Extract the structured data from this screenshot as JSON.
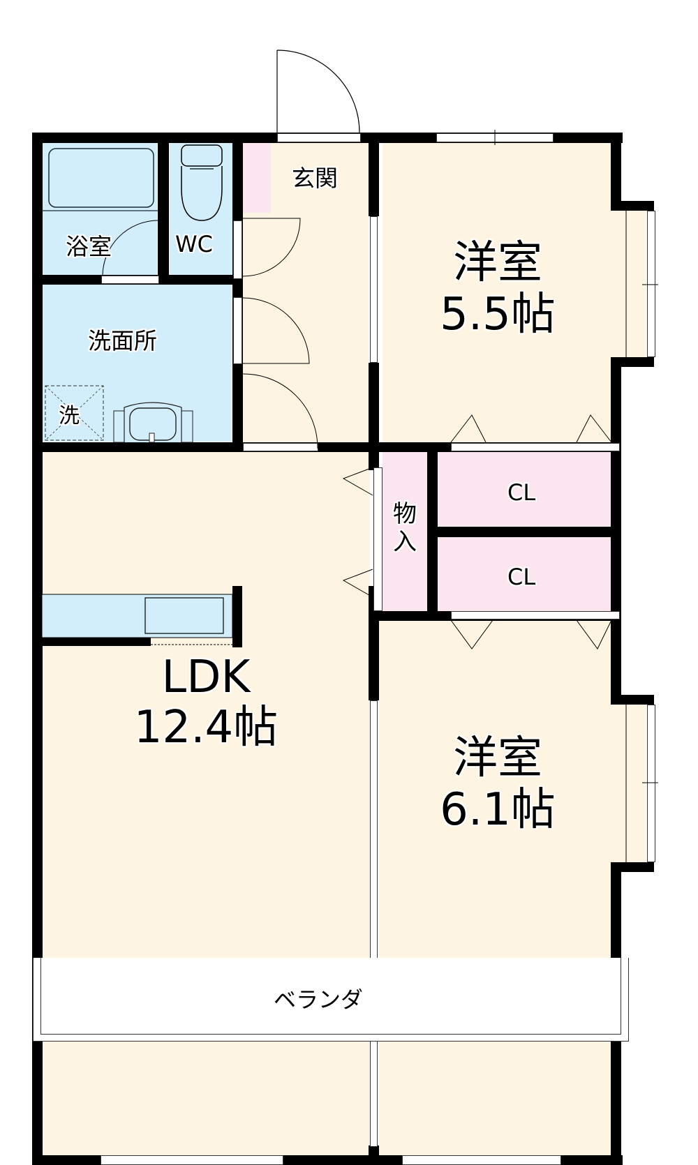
{
  "colors": {
    "wet_area": "#d2eefa",
    "living_area": "#fdf5e2",
    "storage": "#fbe6ef",
    "wall": "#000000",
    "outside": "#ffffff"
  },
  "rooms": {
    "bath": {
      "label": "浴室"
    },
    "wc": {
      "label": "WC"
    },
    "entrance": {
      "label": "玄関"
    },
    "washroom": {
      "label": "洗面所",
      "washer_label": "洗"
    },
    "western_room_1": {
      "label": "洋室",
      "size": "5.5帖"
    },
    "storage": {
      "label_line1": "物",
      "label_line2": "入"
    },
    "closet_1": {
      "label": "CL"
    },
    "closet_2": {
      "label": "CL"
    },
    "ldk": {
      "label": "LDK",
      "size": "12.4帖"
    },
    "western_room_2": {
      "label": "洋室",
      "size": "6.1帖"
    },
    "veranda": {
      "label": "ベランダ"
    }
  }
}
